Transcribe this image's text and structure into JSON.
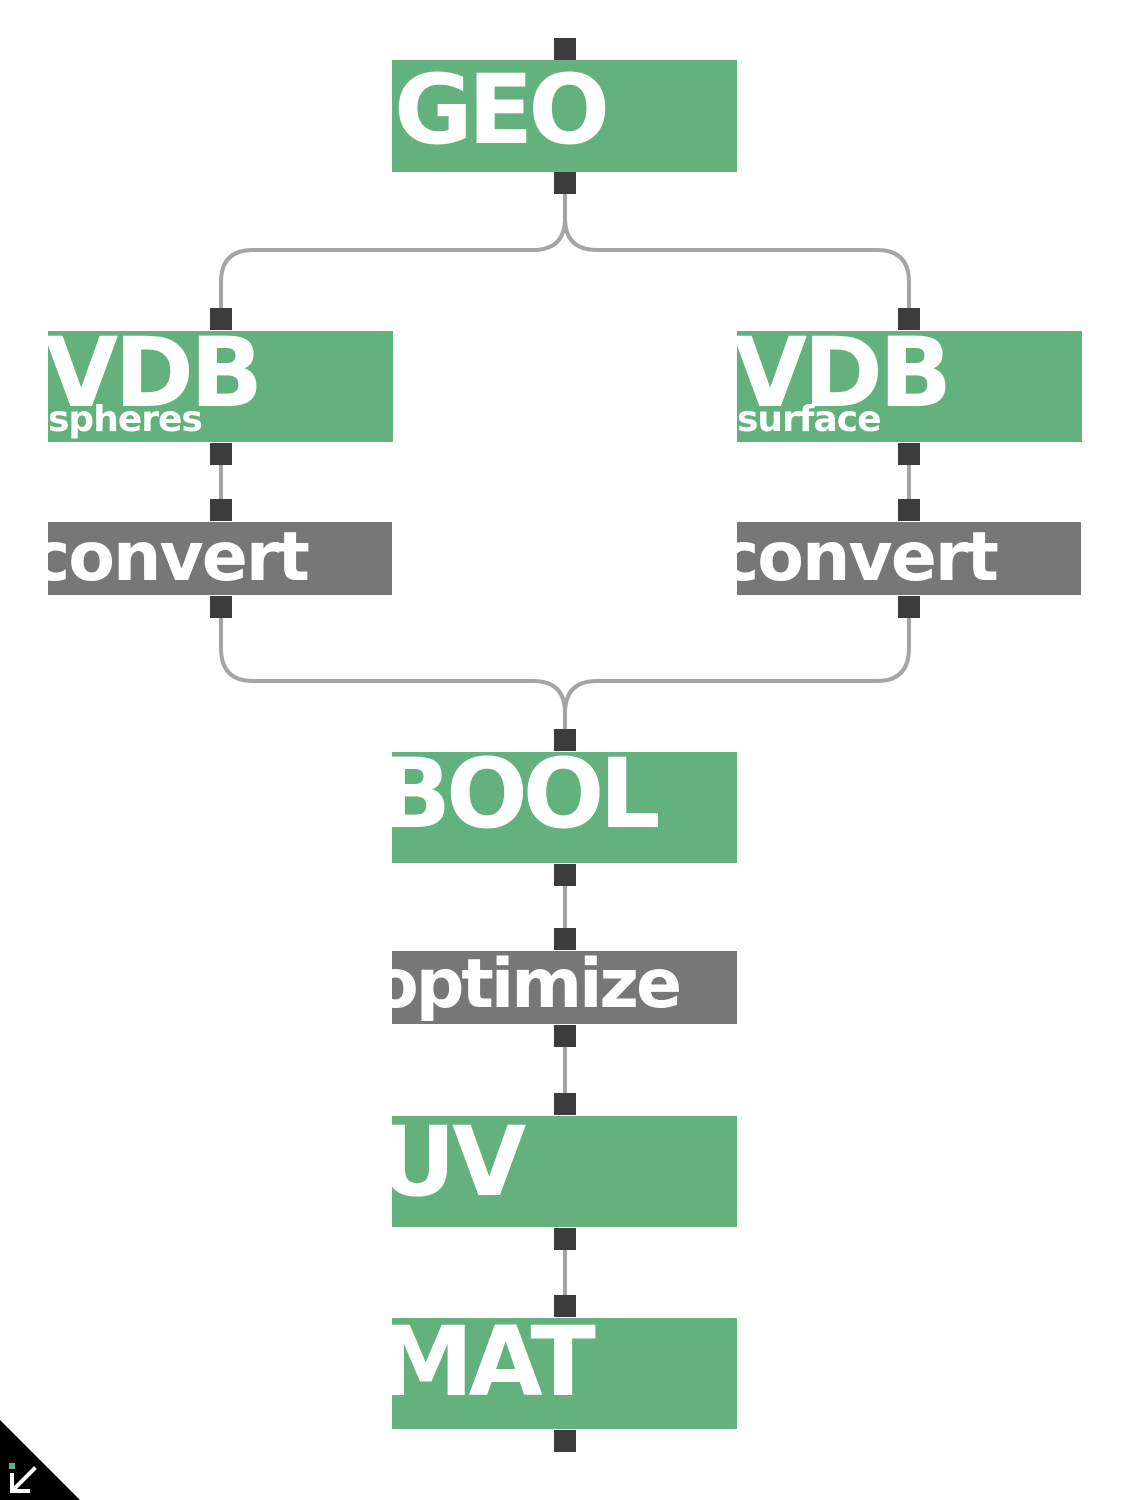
{
  "colors": {
    "sop_node": "#63b17c",
    "utility_node": "#777777",
    "port": "#3c3c3c",
    "wire": "#a5a5a5",
    "text": "#ffffff",
    "corner_badge": "#000000",
    "corner_accent": "#63b17c"
  },
  "nodes": {
    "geo": {
      "title": "GEO",
      "kind": "sop"
    },
    "vdb_spheres": {
      "title": "VDB",
      "subtitle": "spheres",
      "kind": "sop"
    },
    "vdb_surface": {
      "title": "VDB",
      "subtitle": "surface",
      "kind": "sop"
    },
    "convert_left": {
      "title": "convert",
      "kind": "utility"
    },
    "convert_right": {
      "title": "convert",
      "kind": "utility"
    },
    "bool": {
      "title": "BOOL",
      "kind": "sop"
    },
    "optimize": {
      "title": "optimize",
      "kind": "utility"
    },
    "uv": {
      "title": "UV",
      "kind": "sop"
    },
    "mat": {
      "title": "MAT",
      "kind": "sop"
    }
  },
  "corner_badge": {
    "icon": "arrow-down-left-icon"
  }
}
